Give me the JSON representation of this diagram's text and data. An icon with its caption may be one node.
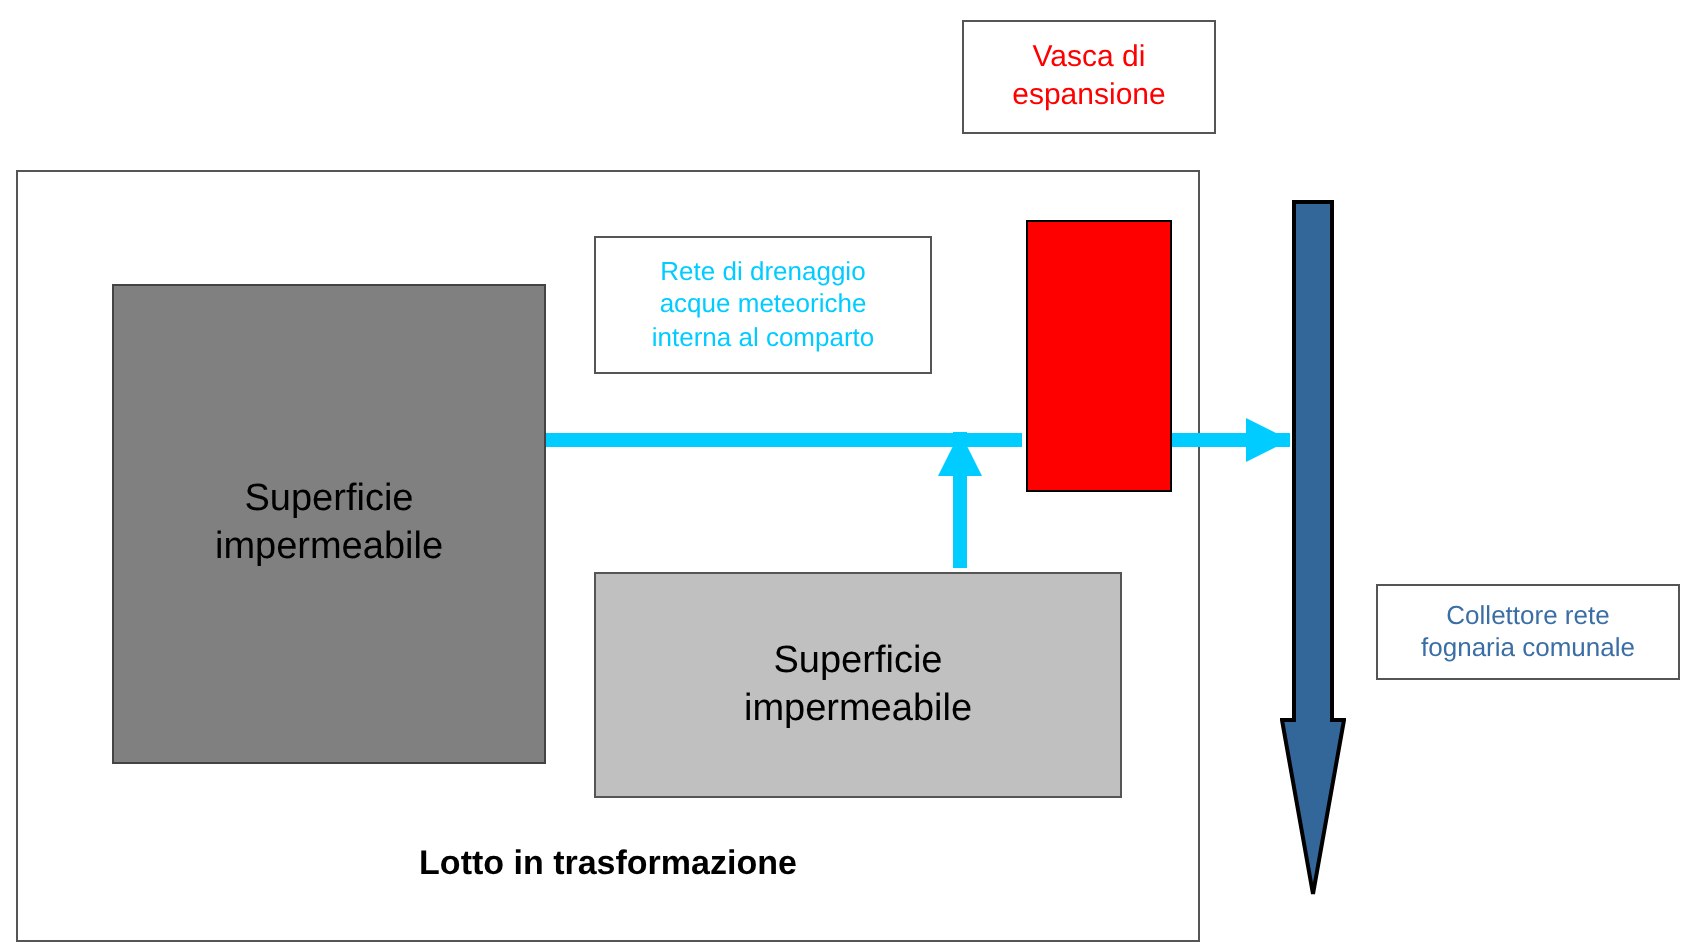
{
  "diagram": {
    "nodes": [
      {
        "text": [
          "Vasca di espansione"
        ]
      },
      {
        "text": [
          "Lotto in trasformazione"
        ]
      },
      {
        "text": [
          "Rete di drenaggio acque meteoriche interna al comparto"
        ],
        "in": 1
      },
      {
        "text": [],
        "shape": "box",
        "in": 1
      },
      {
        "text": [],
        "shape": "arrow"
      },
      {
        "text": [
          "Superficie impermeabile"
        ],
        "in": 1
      },
      {
        "text": [
          "Superficie impermeabile"
        ],
        "in": 1
      },
      {
        "text": [
          "Collettore rete fognaria comunale"
        ]
      }
    ],
    "edges": [
      {
        "from": 5,
        "to": 3,
        "arrow": "none"
      },
      {
        "from": 6,
        "to": 3,
        "arrow": "to"
      },
      {
        "from": 3,
        "to": 4,
        "arrow": "to"
      }
    ]
  }
}
